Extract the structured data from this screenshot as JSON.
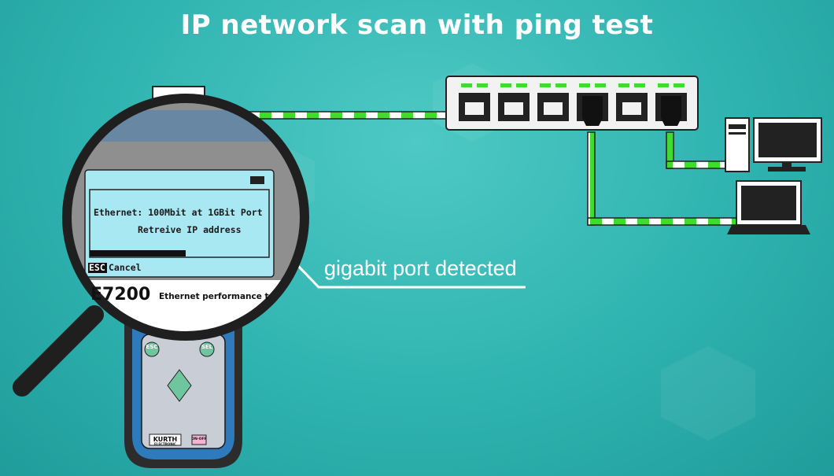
{
  "title": "IP network scan with ping test",
  "callout": {
    "label": "gigabit port detected"
  },
  "device_screen": {
    "line1": "Ethernet: 100Mbit at 1GBit Port",
    "line2": "Retreive IP address",
    "esc_key": "ESC",
    "cancel_label": "Cancel"
  },
  "device": {
    "model": "E7200",
    "subtitle": "Ethernet performance t",
    "key_esc": "ESC",
    "key_sel": "SEL",
    "brand": "KURTH",
    "brand_sub": "ELECTRONIC",
    "power_label": "ON·OFF"
  },
  "colors": {
    "background": "#2fb3b0",
    "cable_green": "#3ddc2e",
    "lcd": "#a7e8f2"
  }
}
